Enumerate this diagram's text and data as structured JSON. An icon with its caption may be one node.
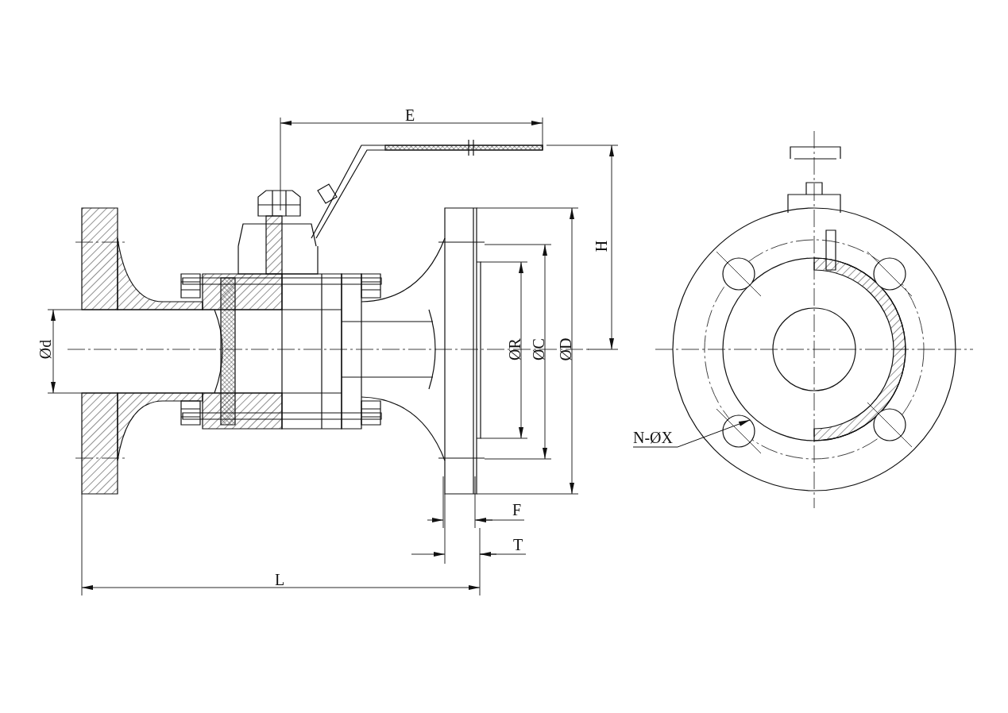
{
  "diagram": {
    "nodes": [
      {
        "text": [
          "N-ØX"
        ]
      },
      {
        "text": [],
        "shape": "circle"
      }
    ],
    "edges": [
      {
        "from": 0,
        "to": 1,
        "arrow": "to"
      }
    ],
    "labels": [
      "E",
      "H",
      "Ød",
      "ØR",
      "ØC",
      "ØD",
      "F",
      "T",
      "L"
    ]
  }
}
